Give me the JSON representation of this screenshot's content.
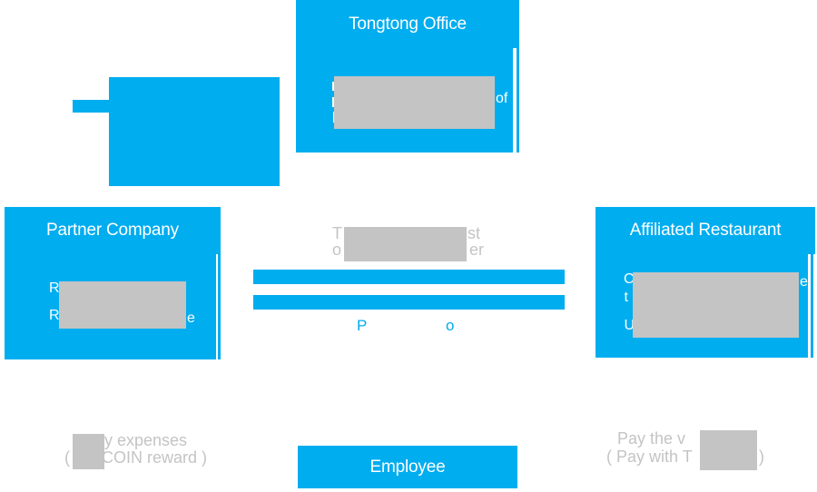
{
  "colors": {
    "brand_blue": "#00ADEF",
    "mask_gray": "#C4C4C4",
    "text_gray": "#C4C4C4",
    "white": "#FFFFFF"
  },
  "tongtong_office": {
    "title": "Tongtong Office",
    "frag_of": "of"
  },
  "partner_company": {
    "title": "Partner Company",
    "frag_r1": "R",
    "frag_r2": "R",
    "frag_e": "e"
  },
  "affiliated_restaurant": {
    "title": "Affiliated Restaurant",
    "frag_c": "C",
    "frag_e": "e",
    "frag_t": "t",
    "frag_u": "U"
  },
  "employee": {
    "title": "Employee"
  },
  "center_flow": {
    "caption_frag_t": "T",
    "caption_frag_st": "st",
    "caption_frag_o": "o",
    "caption_frag_er": "er",
    "label_frag_p": "P",
    "label_frag_o": "o"
  },
  "bottom_left_note": {
    "line1_frag": "y expenses",
    "paren_open": "(",
    "line2_frag": "COIN reward )"
  },
  "bottom_right_note": {
    "line1_frag": "Pay the v",
    "line2_frag": "( Pay with T",
    "paren_close": ")"
  }
}
